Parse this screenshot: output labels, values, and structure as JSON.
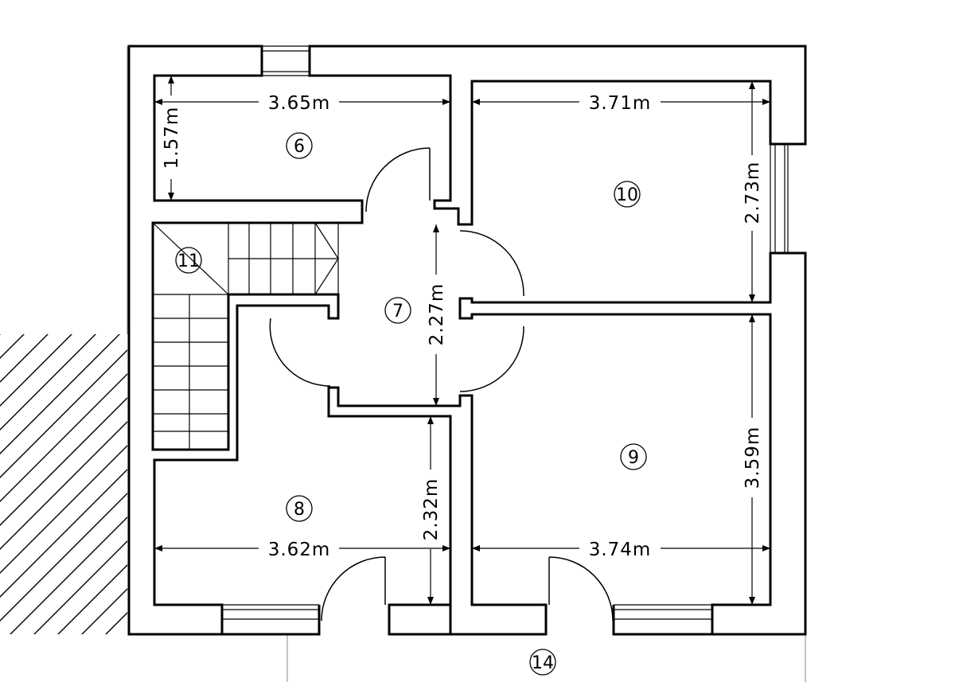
{
  "colors": {
    "stroke": "#000000",
    "background": "#ffffff",
    "hatch": "#000000"
  },
  "rooms": {
    "r6": "6",
    "r7": "7",
    "r8": "8",
    "r9": "9",
    "r10": "10",
    "r11": "11",
    "r14": "14"
  },
  "dimensions": {
    "d6_width": "3.65m",
    "d6_height": "1.57m",
    "d10_width": "3.71m",
    "d10_height": "2.73m",
    "d7_height": "2.27m",
    "d8_height": "2.32m",
    "d8_width": "3.62m",
    "d9_width": "3.74m",
    "d9_height": "3.59m"
  }
}
